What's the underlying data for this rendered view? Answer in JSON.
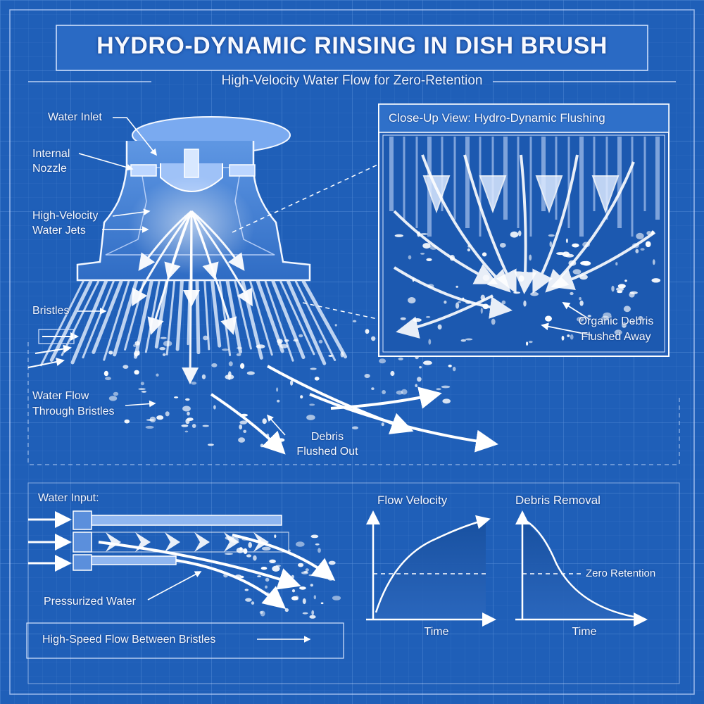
{
  "title": "HYDRO-DYNAMIC RINSING IN DISH BRUSH",
  "subtitle": "High-Velocity Water Flow for Zero-Retention",
  "colors": {
    "background": "#1f5fb8",
    "line": "#eaf2ff",
    "panel": "#2a6fc8"
  },
  "labels": {
    "water_inlet": "Water Inlet",
    "internal_nozzle": "Internal\nNozzle",
    "high_velocity_jets": "High-Velocity\nWater Jets",
    "bristles": "Bristles",
    "water_flow_through": "Water Flow\nThrough Bristles",
    "debris_flushed_out": "Debris\nFlushed Out"
  },
  "closeup": {
    "title": "Close-Up View: Hydro-Dynamic Flushing",
    "label": "Organic Debris\nFlushed Away"
  },
  "bottom": {
    "water_input": "Water Input:",
    "pressurized_water": "Pressurized Water",
    "high_speed_flow": "High-Speed Flow Between Bristles"
  },
  "charts": [
    {
      "title": "Flow Velocity",
      "xlabel": "Time",
      "trend": "rising"
    },
    {
      "title": "Debris Removal",
      "xlabel": "Time",
      "trend": "falling",
      "reference_label": "Zero Retention"
    }
  ]
}
